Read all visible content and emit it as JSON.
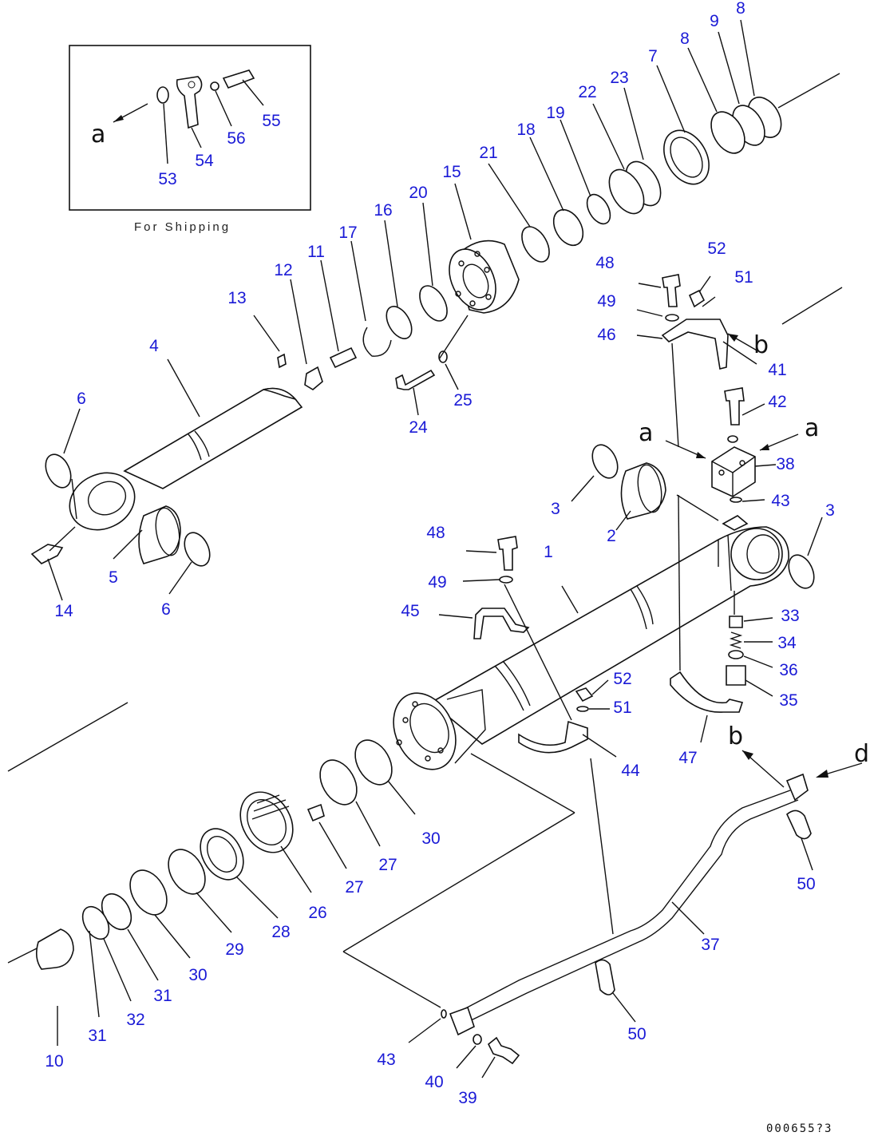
{
  "inset": {
    "caption": "For Shipping",
    "label_a": "a",
    "callouts": [
      "53",
      "54",
      "56",
      "55"
    ]
  },
  "refs": {
    "a": "a",
    "b": "b",
    "d": "d"
  },
  "callouts": [
    "8",
    "9",
    "8",
    "7",
    "23",
    "22",
    "19",
    "18",
    "21",
    "15",
    "20",
    "16",
    "17",
    "11",
    "12",
    "13",
    "4",
    "6",
    "5",
    "6",
    "14",
    "24",
    "25",
    "48",
    "49",
    "46",
    "52",
    "51",
    "41",
    "42",
    "38",
    "43",
    "3",
    "2",
    "3",
    "1",
    "48",
    "49",
    "45",
    "33",
    "34",
    "36",
    "35",
    "52",
    "51",
    "44",
    "47",
    "50",
    "37",
    "50",
    "30",
    "27",
    "27",
    "26",
    "28",
    "29",
    "30",
    "31",
    "32",
    "31",
    "10",
    "43",
    "40",
    "39"
  ],
  "drawing_code": "000655?3"
}
